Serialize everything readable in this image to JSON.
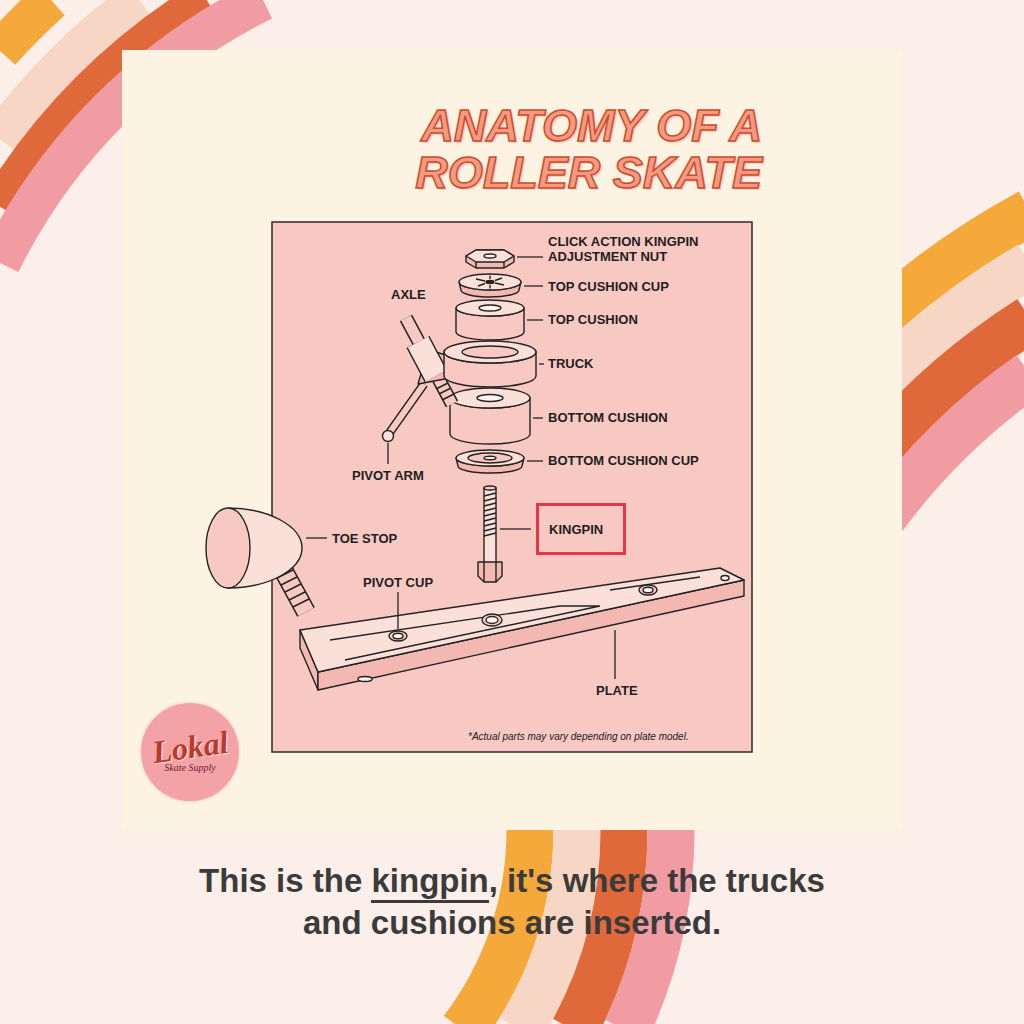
{
  "diagram": {
    "title": "ANATOMY OF A ROLLER SKATE",
    "caption": "This is the kingpin, it's where the trucks and cushions are inserted.",
    "nodes": [
      {
        "text": [
          "KINGPIN"
        ]
      },
      {
        "text": [
          "Lokal",
          "Skate Supply"
        ]
      }
    ],
    "labels": [
      "CLICK ACTION KINGPIN ADJUSTMENT NUT",
      "AXLE",
      "TOP CUSHION CUP",
      "TOP CUSHION",
      "TRUCK",
      "BOTTOM CUSHION",
      "PIVOT ARM",
      "BOTTOM CUSHION CUP",
      "TOE STOP",
      "PIVOT CUP",
      "PLATE",
      "*Actual parts may vary depending on plate model."
    ]
  }
}
